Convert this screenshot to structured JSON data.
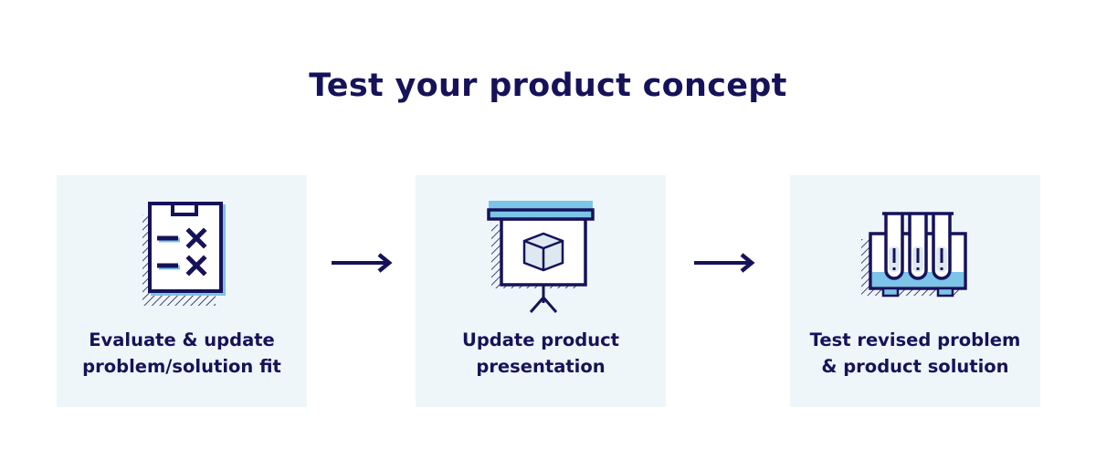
{
  "title": "Test your product concept",
  "colors": {
    "navy": "#16125a",
    "card_background": "#eff6f9",
    "accent_blue": "#7cc4e8",
    "light_fill": "#dde8f0"
  },
  "steps": [
    {
      "label_line1": "Evaluate & update",
      "label_line2": "problem/solution fit",
      "icon": "clipboard-checklist-icon"
    },
    {
      "label_line1": "Update product",
      "label_line2": "presentation",
      "icon": "projector-screen-icon"
    },
    {
      "label_line1": "Test revised problem",
      "label_line2": "& product solution",
      "icon": "test-tubes-icon"
    }
  ],
  "connectors": [
    {
      "icon": "arrow-right-icon"
    },
    {
      "icon": "arrow-right-icon"
    }
  ]
}
